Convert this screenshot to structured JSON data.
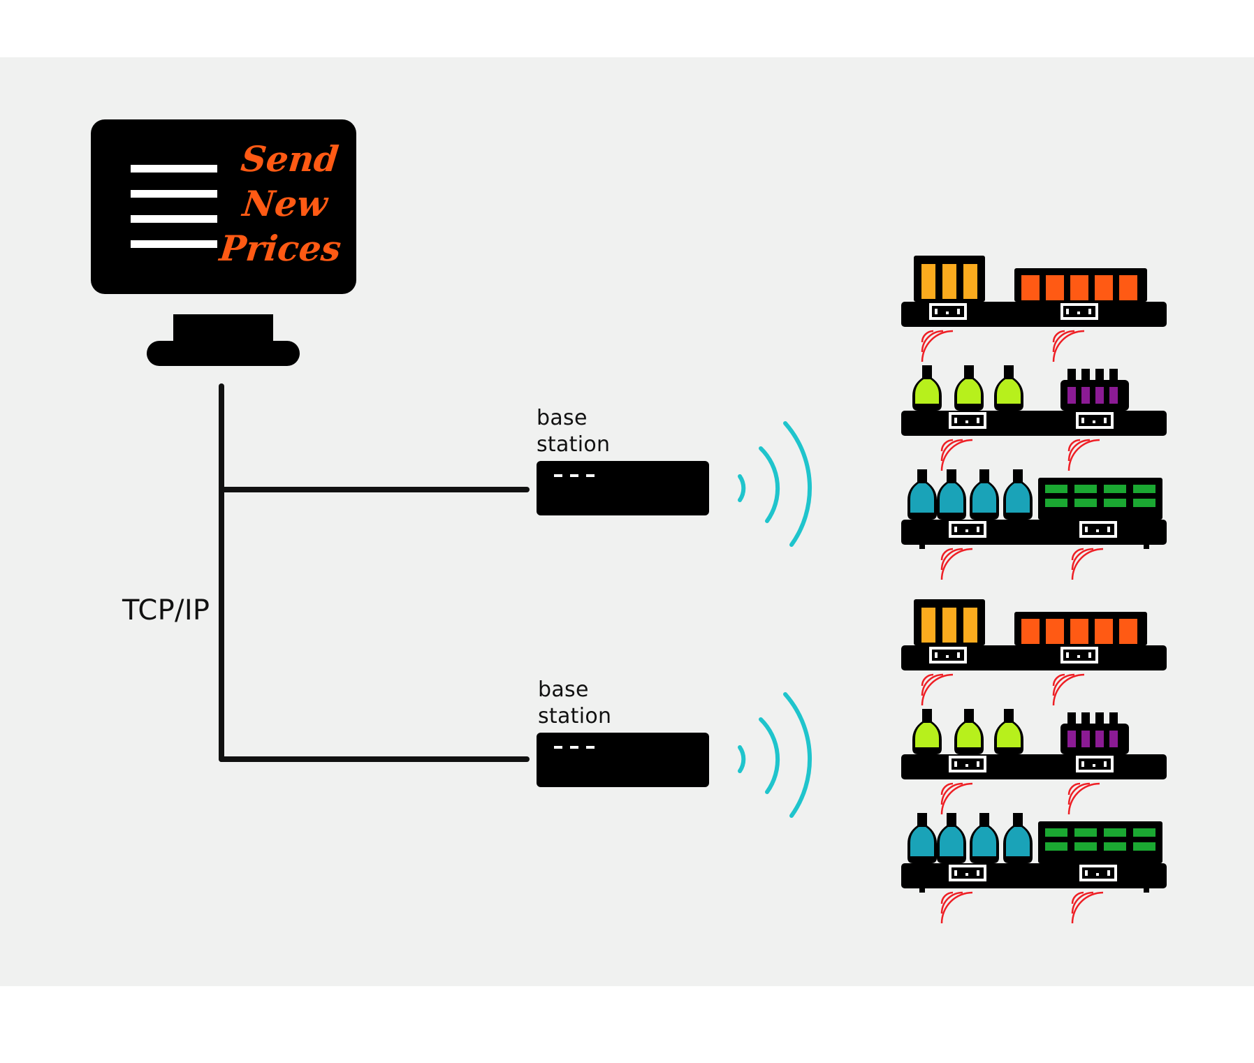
{
  "diagram": {
    "monitor": {
      "screen_lines": 4,
      "message": [
        "Send",
        "New",
        "Prices"
      ],
      "message_color": "#ff5a14"
    },
    "network_label": "TCP/IP",
    "base_stations": [
      {
        "label": [
          "base",
          "station"
        ],
        "leds": 3
      },
      {
        "label": [
          "base",
          "station"
        ],
        "leds": 3
      }
    ],
    "signal_color": "#1fc4cc",
    "tag_signal_color": "#ee1f25",
    "shelf_groups": 2,
    "shelves_per_group": [
      {
        "left": "orange-boxes",
        "right": "orange-crates",
        "colors": [
          "#fbab1e",
          "#ff5a14"
        ]
      },
      {
        "left": "green-bottles",
        "right": "purple-bottles",
        "colors": [
          "#b7f01c",
          "#8b1b94"
        ]
      },
      {
        "left": "teal-bottles",
        "right": "green-cans",
        "colors": [
          "#1aa3b8",
          "#1ba832"
        ]
      }
    ],
    "colors": {
      "background": "#f0f1f0",
      "device": "#000000",
      "line": "#111111"
    }
  }
}
